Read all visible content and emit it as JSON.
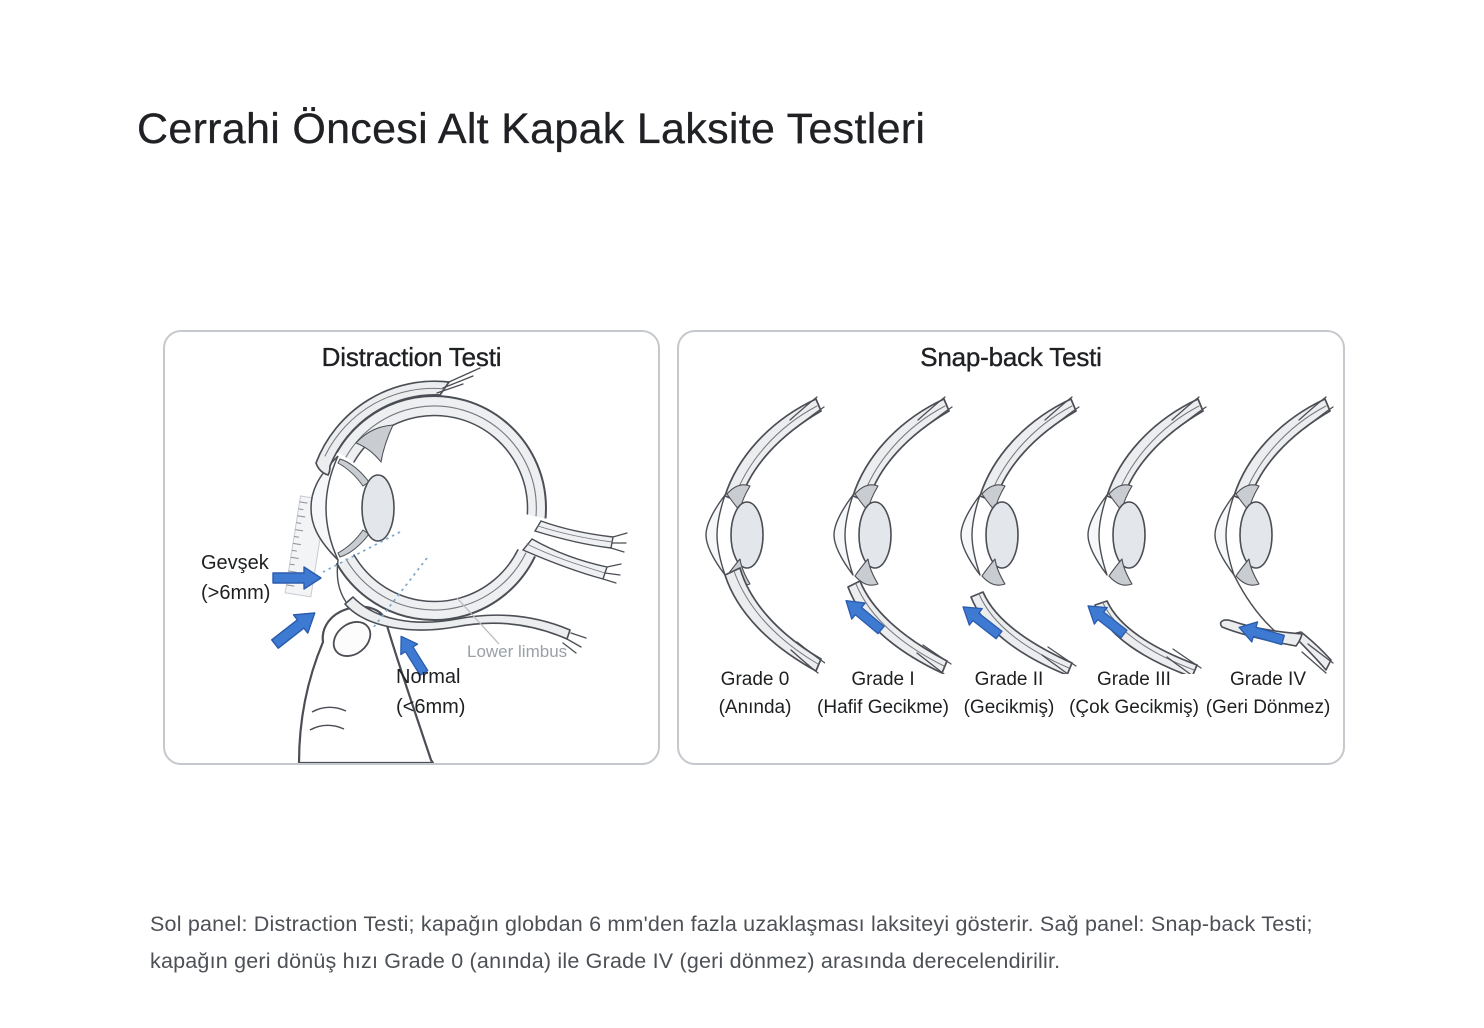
{
  "page": {
    "title": "Cerrahi Öncesi Alt Kapak Laksite Testleri"
  },
  "left_panel": {
    "title": "Distraction Testi",
    "labels": {
      "loose_line1": "Gevşek",
      "loose_line2": "(>6mm)",
      "normal_line1": "Normal",
      "normal_line2": "(<6mm)",
      "lower_limbus": "Lower limbus"
    }
  },
  "right_panel": {
    "title": "Snap-back Testi",
    "grades": [
      {
        "name": "Grade 0",
        "desc": "(Anında)"
      },
      {
        "name": "Grade I",
        "desc": "(Hafif Gecikme)"
      },
      {
        "name": "Grade II",
        "desc": "(Gecikmiş)"
      },
      {
        "name": "Grade III",
        "desc": "(Çok Gecikmiş)"
      },
      {
        "name": "Grade IV",
        "desc": "(Geri Dönmez)"
      }
    ]
  },
  "caption": {
    "line1": "Sol panel: Distraction Testi; kapağın globdan 6 mm'den fazla uzaklaşması laksiteyi gösterir. Sağ panel: Snap-back Testi;",
    "line2": "kapağın geri dönüş hızı Grade 0 (anında) ile Grade IV (geri dönmez) arasında derecelendirilir."
  },
  "colors": {
    "arrow_blue": "#3e7ad2",
    "line_dark": "#4b4e54",
    "muted_text": "#9aa0a6"
  }
}
